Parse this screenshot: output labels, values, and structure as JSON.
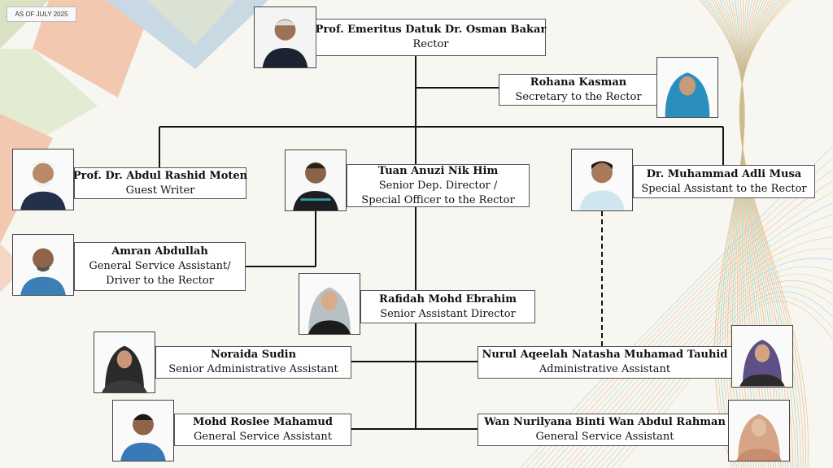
{
  "date_tag": "AS OF JULY 2025",
  "people": {
    "rector": {
      "name": "Prof. Emeritus Datuk Dr. Osman Bakar",
      "role": [
        "Rector"
      ]
    },
    "secretary": {
      "name": "Rohana Kasman",
      "role": [
        "Secretary to the Rector"
      ]
    },
    "guest_writer": {
      "name": "Prof. Dr. Abdul Rashid Moten",
      "role": [
        "Guest Writer"
      ]
    },
    "dep_director": {
      "name": "Tuan Anuzi Nik Him",
      "role": [
        "Senior Dep. Director /",
        "Special Officer  to the Rector"
      ]
    },
    "special_assistant": {
      "name": "Dr. Muhammad Adli Musa",
      "role": [
        "Special Assistant to the Rector"
      ]
    },
    "driver": {
      "name": "Amran Abdullah",
      "role": [
        "General Service Assistant/",
        "Driver to the Rector"
      ]
    },
    "asst_director": {
      "name": "Rafidah Mohd Ebrahim",
      "role": [
        "Senior Assistant Director"
      ]
    },
    "admin_senior": {
      "name": "Noraida Sudin",
      "role": [
        "Senior Administrative Assistant"
      ]
    },
    "admin_asst": {
      "name": "Nurul Aqeelah Natasha Muhamad Tauhid",
      "role": [
        "Administrative Assistant"
      ]
    },
    "gsa_1": {
      "name": "Mohd Roslee Mahamud",
      "role": [
        "General Service Assistant"
      ]
    },
    "gsa_2": {
      "name": "Wan Nurilyana Binti Wan Abdul Rahman",
      "role": [
        "General Service Assistant"
      ]
    }
  },
  "colors": {
    "accent_peach": "#f2c9b0",
    "accent_blue": "#c9d9e4",
    "accent_green": "#d9e3c4",
    "line": "#111111"
  }
}
